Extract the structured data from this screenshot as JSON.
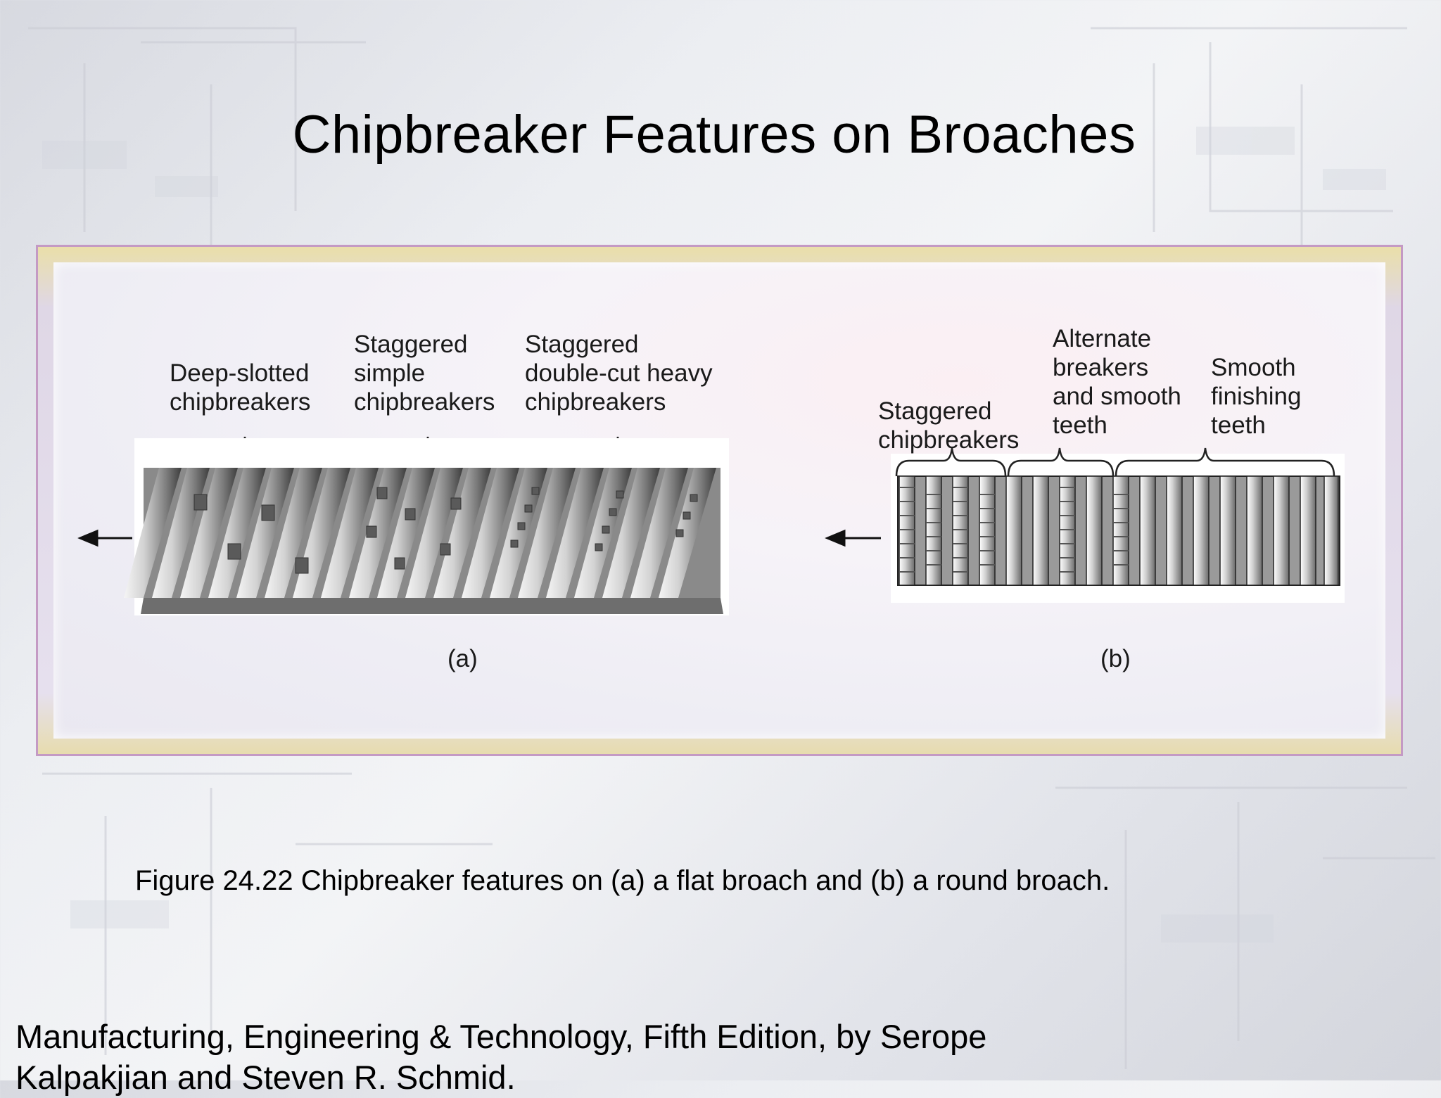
{
  "slide": {
    "title": "Chipbreaker Features on Broaches",
    "caption": "Figure 24.22  Chipbreaker features on (a) a flat broach and (b) a round broach.",
    "footer": "Manufacturing, Engineering & Technology, Fifth Edition, by Serope Kalpakjian and Steven R. Schmid."
  },
  "figure": {
    "panel_a": {
      "label": "(a)",
      "groups": [
        {
          "lines": [
            "Deep-slotted",
            "chipbreakers"
          ]
        },
        {
          "lines": [
            "Staggered",
            "simple",
            "chipbreakers"
          ]
        },
        {
          "lines": [
            "Staggered",
            "double-cut heavy",
            "chipbreakers"
          ]
        }
      ]
    },
    "panel_b": {
      "label": "(b)",
      "groups": [
        {
          "lines": [
            "Staggered",
            "chipbreakers"
          ]
        },
        {
          "lines": [
            "Alternate",
            "breakers",
            "and smooth",
            "teeth"
          ]
        },
        {
          "lines": [
            "Smooth",
            "finishing",
            "teeth"
          ]
        }
      ]
    }
  },
  "colors": {
    "frame_border": "#c49ac4",
    "tooth_dark": "#6f6f6f",
    "tooth_light": "#f2f2f2"
  }
}
